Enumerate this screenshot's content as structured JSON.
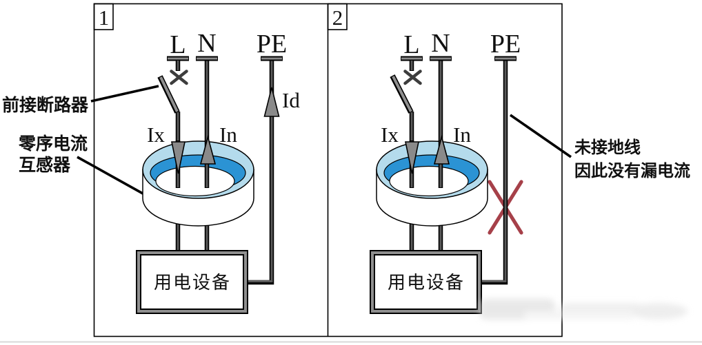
{
  "panels": {
    "p1": {
      "number": "1",
      "l": "L",
      "n": "N",
      "pe": "PE",
      "ix": "Ix",
      "in": "In",
      "id": "Id",
      "device": "用电设备"
    },
    "p2": {
      "number": "2",
      "l": "L",
      "n": "N",
      "pe": "PE",
      "ix": "Ix",
      "in": "In",
      "device": "用电设备",
      "note1": "未接地线",
      "note2": "因此没有漏电流"
    }
  },
  "labels": {
    "breaker": "前接断路器",
    "ct_line1": "零序电流",
    "ct_line2": "互感器"
  },
  "colors": {
    "ring_top": "#b4dbec",
    "ring_inner": "#2b93d4",
    "ring_side": "#ffffff",
    "arrow_fill": "#8a8a8a",
    "wire_core": "#5a5a5a",
    "error_x": "#a64049"
  }
}
